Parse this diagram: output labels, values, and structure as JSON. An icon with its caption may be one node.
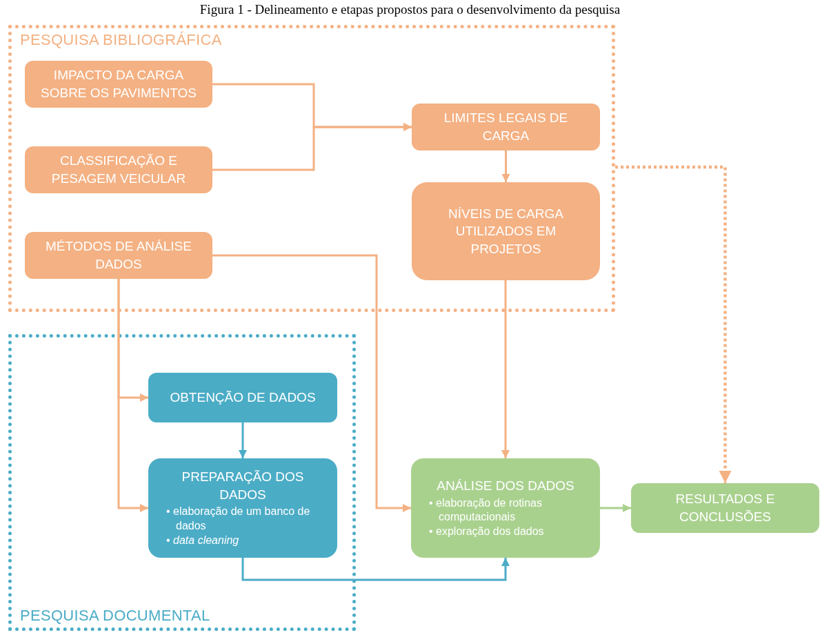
{
  "diagram": {
    "title": "Figura 1 - Delineamento e etapas propostos para o desenvolvimento da pesquisa",
    "nodes": [
      {
        "text": [
          "PESQUISA BIBLIOGRÁFICA"
        ]
      },
      {
        "text": [
          "IMPACTO DA CARGA SOBRE OS PAVIMENTOS"
        ],
        "in": 0
      },
      {
        "text": [
          "CLASSIFICAÇÃO E PESAGEM VEICULAR"
        ],
        "in": 0
      },
      {
        "text": [
          "MÉTODOS DE ANÁLISE DADOS"
        ],
        "in": 0
      },
      {
        "text": [
          "LIMITES LEGAIS DE CARGA"
        ],
        "in": 0
      },
      {
        "text": [
          "NÍVEIS DE CARGA UTILIZADOS EM PROJETOS"
        ],
        "in": 0
      },
      {
        "text": [
          "PESQUISA DOCUMENTAL"
        ]
      },
      {
        "text": [
          "OBTENÇÃO DE DADOS"
        ],
        "in": 6
      },
      {
        "text": [
          "PREPARAÇÃO DOS DADOS",
          "• elaboração de um banco de dados",
          "• *data cleaning*"
        ],
        "in": 6
      },
      {
        "text": [
          "ANÁLISE DOS DADOS",
          "• elaboração de rotinas computacionais",
          "• exploração dos dados"
        ]
      },
      {
        "text": [
          "RESULTADOS E CONCLUSÕES"
        ]
      }
    ],
    "edges": [
      {
        "from": 1,
        "to": 4,
        "arrow": "to"
      },
      {
        "from": 2,
        "to": 4,
        "arrow": "to"
      },
      {
        "from": 3,
        "to": 7,
        "arrow": "to"
      },
      {
        "from": 3,
        "to": 8,
        "arrow": "to"
      },
      {
        "from": 3,
        "to": 9,
        "arrow": "to"
      },
      {
        "from": 4,
        "to": 5,
        "arrow": "to"
      },
      {
        "from": 5,
        "to": 9,
        "arrow": "to"
      },
      {
        "from": 7,
        "to": 8,
        "arrow": "to",
        "color": "#4bacc6"
      },
      {
        "from": 8,
        "to": 9,
        "arrow": "to",
        "color": "#4bacc6"
      },
      {
        "from": 9,
        "to": 10,
        "arrow": "to",
        "color": "#a9d18e"
      },
      {
        "from": 0,
        "to": 10,
        "arrow": "to",
        "style": "dashed"
      }
    ]
  }
}
